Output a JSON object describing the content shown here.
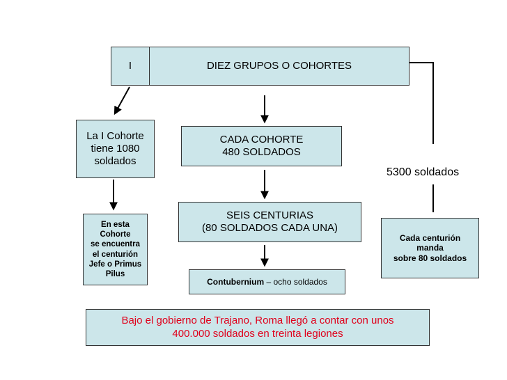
{
  "top": {
    "left_label": "I",
    "title": "DIEZ GRUPOS O COHORTES"
  },
  "left": {
    "first_cohort": "La I Cohorte\ntiene 1080\nsoldados",
    "primus_pilus": "En esta\nCohorte\nse encuentra\nel centurión\nJefe o Primus\nPilus"
  },
  "center": {
    "cohort": "CADA COHORTE\n480 SOLDADOS",
    "centuries": "SEIS CENTURIAS\n(80 SOLDADOS CADA UNA)",
    "contubernium_term": "Contubernium",
    "contubernium_desc": " – ocho soldados"
  },
  "right": {
    "total": "5300 soldados",
    "centurion": "Cada centurión\nmanda\nsobre 80 soldados"
  },
  "footer": {
    "note": "Bajo el gobierno de Trajano, Roma llegó a contar con unos\n400.000 soldados en treinta legiones"
  },
  "colors": {
    "box_fill": "#cce6ea",
    "footer_text": "#e0001b"
  }
}
